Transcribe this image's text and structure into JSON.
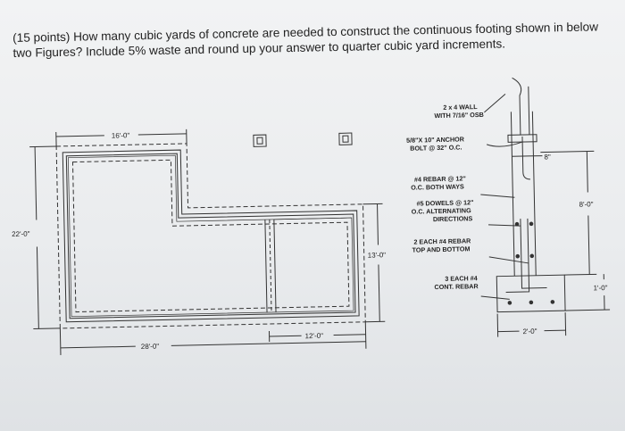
{
  "question": {
    "line1": "(15 points) How many cubic yards of concrete are needed to construct the continuous footing shown in below",
    "line2": "two Figures? Include 5% waste and round up your answer to quarter cubic yard increments."
  },
  "plan": {
    "dim_top": "16'-0\"",
    "dim_left": "22'-0\"",
    "dim_right": "13'-0\"",
    "dim_bottom_long": "28'-0\"",
    "dim_bottom_short": "12'-0\""
  },
  "section": {
    "wall": [
      "2 x 4 WALL",
      "WITH 7/16\" OSB"
    ],
    "anchor": [
      "5/8\"X 10\" ANCHOR",
      "BOLT @ 32\" O.C."
    ],
    "rebar": [
      "#4 REBAR @ 12\"",
      "O.C. BOTH WAYS"
    ],
    "dowels": [
      "#5 DOWELS @ 12\"",
      "O.C. ALTERNATING",
      "DIRECTIONS"
    ],
    "rebar2": [
      "2 EACH #4 REBAR",
      "TOP AND BOTTOM"
    ],
    "cont": [
      "3 EACH #4",
      "CONT. REBAR"
    ],
    "dim_stem": "8\"",
    "dim_height": "8'-0\"",
    "dim_footing_depth": "1'-0\"",
    "dim_footing_width": "2'-0\""
  }
}
